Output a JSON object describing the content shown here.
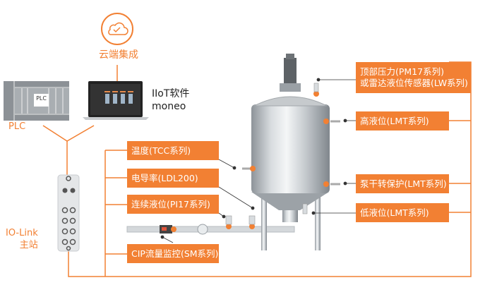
{
  "cloud": {
    "label": "云端集成",
    "icon": "cloud-check-icon"
  },
  "software": {
    "line1": "IIoT软件",
    "line2": "moneo"
  },
  "plc": {
    "label": "PLC",
    "module_text": "PLC"
  },
  "iolink": {
    "line1": "IO-Link",
    "line2": "主站"
  },
  "sensors_left": [
    {
      "label": "温度(TCC系列)"
    },
    {
      "label": "电导率(LDL200)"
    },
    {
      "label": "连续液位(PI17系列)"
    },
    {
      "label": "CIP流量监控(SM系列)"
    }
  ],
  "sensors_right": [
    {
      "line1": "顶部压力(PM17系列)",
      "line2": "或雷达液位传感器(LW系列)"
    },
    {
      "label": "高液位(LMT系列)"
    },
    {
      "label": "泵干转保护(LMT系列)"
    },
    {
      "label": "低液位(LMT系列)"
    }
  ],
  "colors": {
    "accent": "#f28033",
    "steel": "#b9bec3"
  }
}
